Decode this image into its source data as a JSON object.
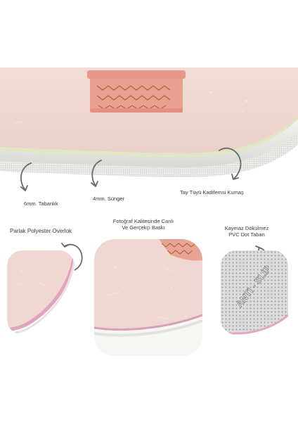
{
  "callouts": {
    "base_6mm": "6mm. Tabanlık",
    "sponge_4mm": "4mm. Sünger",
    "velvet_fabric": "Tay Tüyü Kadifemsi Kumaş",
    "polyester_overlock": "Parlak Polyester Overlok",
    "photo_quality_line1": "Fotoğraf Kalitesinde Canlı",
    "photo_quality_line2": "Ve Gerçekçi Baskı",
    "nonslip_line1": "Kaymaz Dökülmez",
    "nonslip_line2": "PVC Dot Taban"
  },
  "anti_slip_text": "ANTI - SLIP",
  "colors": {
    "rug_pink": "#efd9d2",
    "edge_pink": "#e7a7c4",
    "pattern_coral": "#e79a8e",
    "pattern_brown": "#a76a3e",
    "backing_gray": "#d6d6d6",
    "arrow_gray": "#6a6a6a"
  }
}
